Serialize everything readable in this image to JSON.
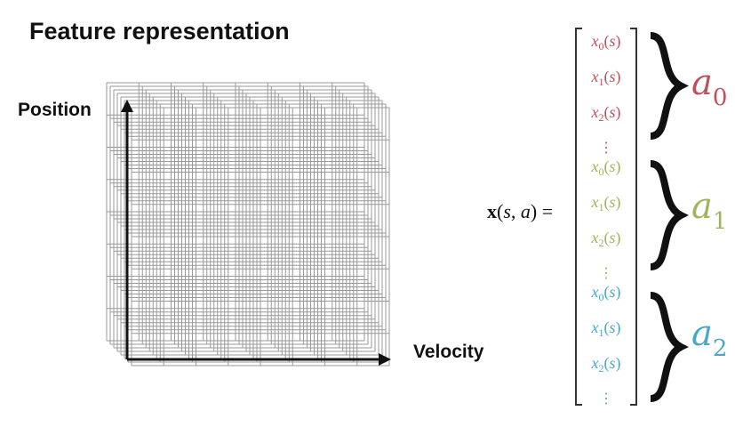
{
  "title": "Feature representation",
  "axes": {
    "y_label": "Position",
    "x_label": "Velocity"
  },
  "equation": {
    "lhs_x": "x",
    "lhs_s": "s",
    "lhs_a": "a"
  },
  "colors": {
    "a0": "#b9545e",
    "a1": "#9fb55c",
    "a2": "#4aa8c6",
    "grid": "#9a9a9a",
    "axis": "#111111"
  },
  "groups": [
    {
      "action": "a",
      "action_sub": "0",
      "entries": [
        {
          "x": "x",
          "sub": "0",
          "arg": "s"
        },
        {
          "x": "x",
          "sub": "1",
          "arg": "s"
        },
        {
          "x": "x",
          "sub": "2",
          "arg": "s"
        }
      ],
      "ellipsis": "⋮"
    },
    {
      "action": "a",
      "action_sub": "1",
      "entries": [
        {
          "x": "x",
          "sub": "0",
          "arg": "s"
        },
        {
          "x": "x",
          "sub": "1",
          "arg": "s"
        },
        {
          "x": "x",
          "sub": "2",
          "arg": "s"
        }
      ],
      "ellipsis": "⋮"
    },
    {
      "action": "a",
      "action_sub": "2",
      "entries": [
        {
          "x": "x",
          "sub": "0",
          "arg": "s"
        },
        {
          "x": "x",
          "sub": "1",
          "arg": "s"
        },
        {
          "x": "x",
          "sub": "2",
          "arg": "s"
        }
      ],
      "ellipsis": "⋮"
    }
  ]
}
